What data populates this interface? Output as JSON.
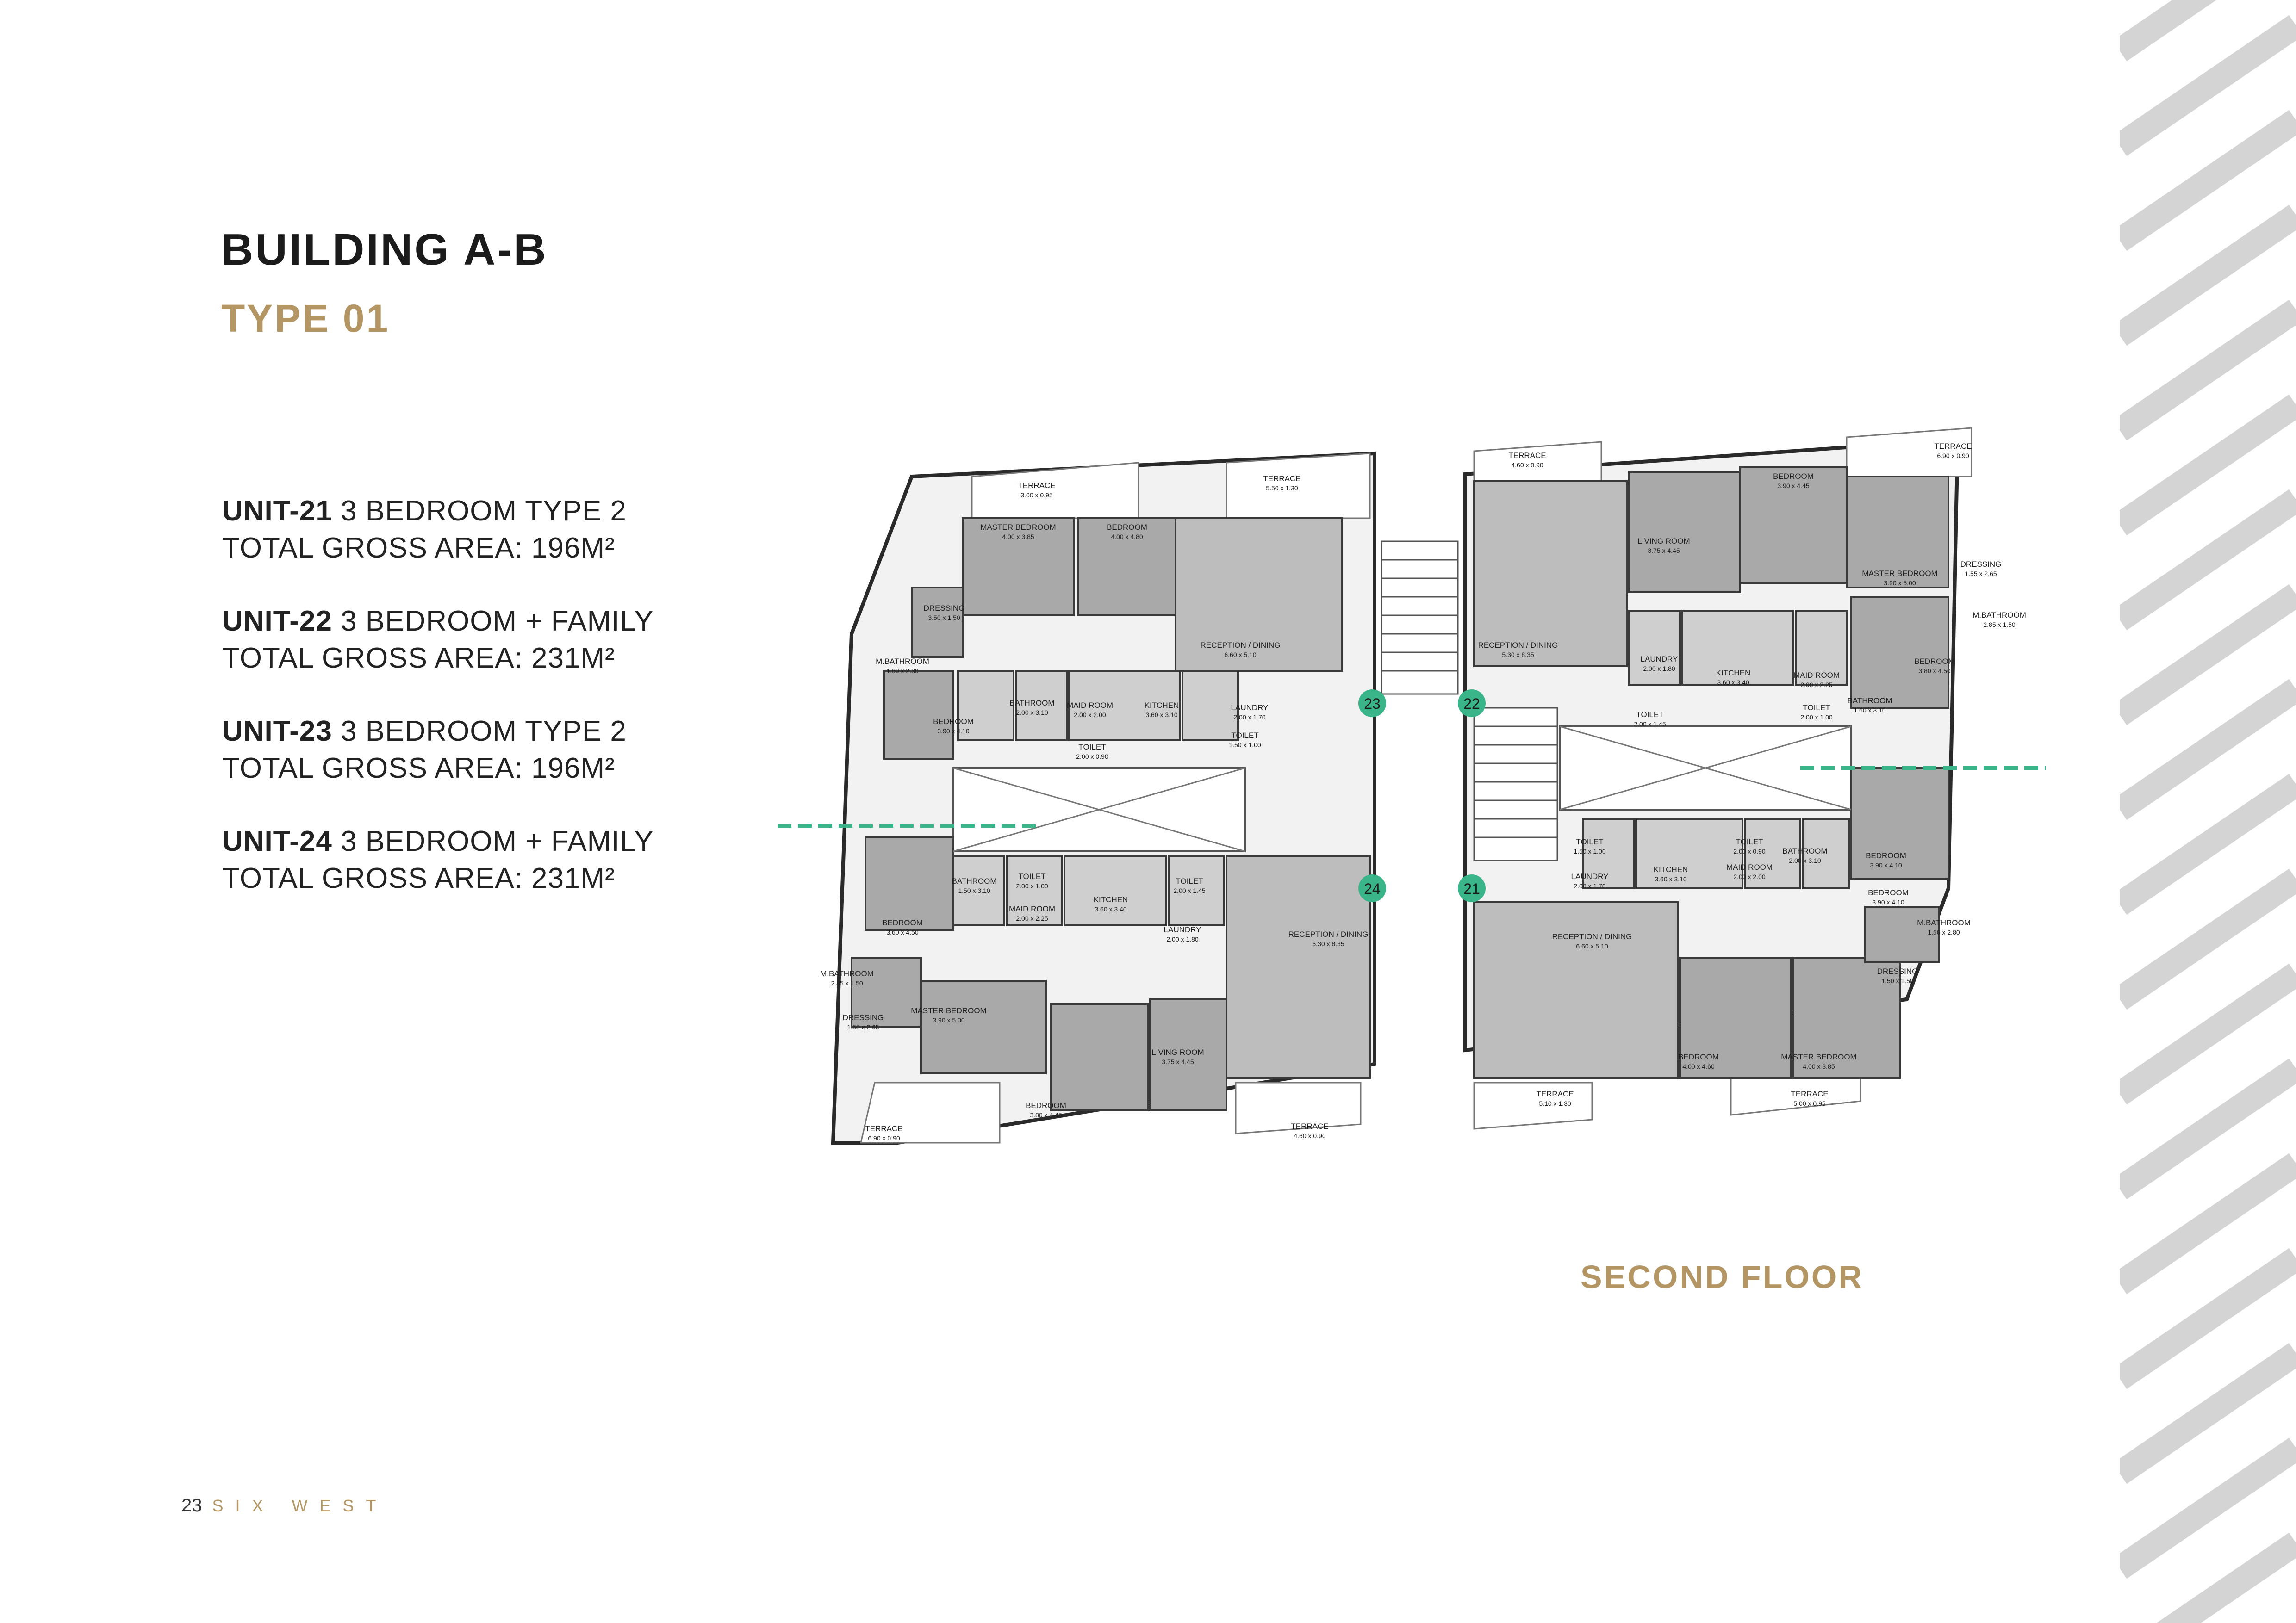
{
  "header": {
    "title": "BUILDING A-B",
    "subtitle": "TYPE 01"
  },
  "units": [
    {
      "code": "UNIT-21",
      "type": "3 BEDROOM TYPE 2",
      "area": "TOTAL GROSS AREA: 196M²"
    },
    {
      "code": "UNIT-22",
      "type": "3 BEDROOM + FAMILY",
      "area": "TOTAL GROSS AREA: 231M²"
    },
    {
      "code": "UNIT-23",
      "type": "3 BEDROOM TYPE 2",
      "area": "TOTAL GROSS AREA: 196M²"
    },
    {
      "code": "UNIT-24",
      "type": "3 BEDROOM + FAMILY",
      "area": "TOTAL GROSS AREA: 231M²"
    }
  ],
  "floor_label": "SECOND FLOOR",
  "footer": {
    "page_number": "23",
    "brand": "SIX WEST"
  },
  "plan": {
    "markers": [
      "23",
      "22",
      "24",
      "21"
    ],
    "rooms": {
      "terrace_a": "TERRACE",
      "terrace_a_dim": "3.00 x 0.95",
      "terrace_b": "TERRACE",
      "terrace_b_dim": "5.50 x 1.30",
      "master_bedroom_a": "MASTER BEDROOM",
      "master_bedroom_a_dim": "4.00 x 3.85",
      "bedroom_a": "BEDROOM",
      "bedroom_a_dim": "4.00 x 4.80",
      "dressing_a": "DRESSING",
      "dressing_a_dim": "3.50 x 1.50",
      "mbathroom_a": "M.BATHROOM",
      "mbathroom_a_dim": "1.60 x 2.80",
      "reception_a": "RECEPTION / DINING",
      "reception_a_dim": "6.60 x 5.10",
      "bathroom_a": "BATHROOM",
      "bathroom_a_dim": "2.00 x 3.10",
      "maid_a": "MAID ROOM",
      "maid_a_dim": "2.00 x 2.00",
      "kitchen_a": "KITCHEN",
      "kitchen_a_dim": "3.60 x 3.10",
      "laundry_a": "LAUNDRY",
      "laundry_a_dim": "2.00 x 1.70",
      "toilet_a": "TOILET",
      "toilet_a_dim": "2.00 x 0.90",
      "toilet_a2": "TOILET",
      "toilet_a2_dim": "1.50 x 1.00",
      "bedroom_a2": "BEDROOM",
      "bedroom_a2_dim": "3.90 x 4.10",
      "bedroom_b": "BEDROOM",
      "bedroom_b_dim": "3.60 x 4.50",
      "bathroom_b": "BATHROOM",
      "bathroom_b_dim": "1.50 x 3.10",
      "toilet_b": "TOILET",
      "toilet_b_dim": "2.00 x 1.00",
      "maid_b": "MAID ROOM",
      "maid_b_dim": "2.00 x 2.25",
      "kitchen_b": "KITCHEN",
      "kitchen_b_dim": "3.60 x 3.40",
      "toilet_b2": "TOILET",
      "toilet_b2_dim": "2.00 x 1.45",
      "laundry_b": "LAUNDRY",
      "laundry_b_dim": "2.00 x 1.80",
      "reception_b": "RECEPTION / DINING",
      "reception_b_dim": "5.30 x 8.35",
      "mbathroom_b": "M.BATHROOM",
      "mbathroom_b_dim": "2.85 x 1.50",
      "dressing_b": "DRESSING",
      "dressing_b_dim": "1.55 x 2.65",
      "master_bedroom_b": "MASTER BEDROOM",
      "master_bedroom_b_dim": "3.90 x 5.00",
      "bedroom_b2": "BEDROOM",
      "bedroom_b2_dim": "3.80 x 4.45",
      "living_b": "LIVING ROOM",
      "living_b_dim": "3.75 x 4.45",
      "terrace_c": "TERRACE",
      "terrace_c_dim": "6.90 x 0.90",
      "terrace_d": "TERRACE",
      "terrace_d_dim": "4.60 x 0.90",
      "terrace_e": "TERRACE",
      "terrace_e_dim": "4.60 x 0.90",
      "living_c": "LIVING ROOM",
      "living_c_dim": "3.75 x 4.45",
      "bedroom_c": "BEDROOM",
      "bedroom_c_dim": "3.90 x 4.45",
      "terrace_f": "TERRACE",
      "terrace_f_dim": "6.90 x 0.90",
      "master_bedroom_c": "MASTER BEDROOM",
      "master_bedroom_c_dim": "3.90 x 5.00",
      "dressing_c": "DRESSING",
      "dressing_c_dim": "1.55 x 2.65",
      "mbathroom_c": "M.BATHROOM",
      "mbathroom_c_dim": "2.85 x 1.50",
      "reception_c": "RECEPTION / DINING",
      "reception_c_dim": "5.30 x 8.35",
      "laundry_c": "LAUNDRY",
      "laundry_c_dim": "2.00 x 1.80",
      "kitchen_c": "KITCHEN",
      "kitchen_c_dim": "3.60 x 3.40",
      "maid_c": "MAID ROOM",
      "maid_c_dim": "2.00 x 2.25",
      "toilet_c": "TOILET",
      "toilet_c_dim": "2.00 x 1.45",
      "toilet_c2": "TOILET",
      "toilet_c2_dim": "2.00 x 1.00",
      "bathroom_c": "BATHROOM",
      "bathroom_c_dim": "1.60 x 3.10",
      "bedroom_c2": "BEDROOM",
      "bedroom_c2_dim": "3.80 x 4.50",
      "bedroom_d": "BEDROOM",
      "bedroom_d_dim": "3.90 x 4.10",
      "toilet_d": "TOILET",
      "toilet_d_dim": "1.50 x 1.00",
      "laundry_d": "LAUNDRY",
      "laundry_d_dim": "2.00 x 1.70",
      "kitchen_d": "KITCHEN",
      "kitchen_d_dim": "3.60 x 3.10",
      "toilet_d2": "TOILET",
      "toilet_d2_dim": "2.00 x 0.90",
      "maid_d": "MAID ROOM",
      "maid_d_dim": "2.00 x 2.00",
      "bathroom_d": "BATHROOM",
      "bathroom_d_dim": "2.00 x 3.10",
      "bedroom_d2": "BEDROOM",
      "bedroom_d2_dim": "3.90 x 4.10",
      "mbathroom_d": "M.BATHROOM",
      "mbathroom_d_dim": "1.50 x 2.80",
      "dressing_d": "DRESSING",
      "dressing_d_dim": "1.50 x 1.50",
      "reception_d": "RECEPTION / DINING",
      "reception_d_dim": "6.60 x 5.10",
      "bedroom_e": "BEDROOM",
      "bedroom_e_dim": "4.00 x 4.60",
      "master_bedroom_e": "MASTER BEDROOM",
      "master_bedroom_e_dim": "4.00 x 3.85",
      "terrace_g": "TERRACE",
      "terrace_g_dim": "5.10 x 1.30",
      "terrace_h": "TERRACE",
      "terrace_h_dim": "5.00 x 0.95"
    }
  }
}
